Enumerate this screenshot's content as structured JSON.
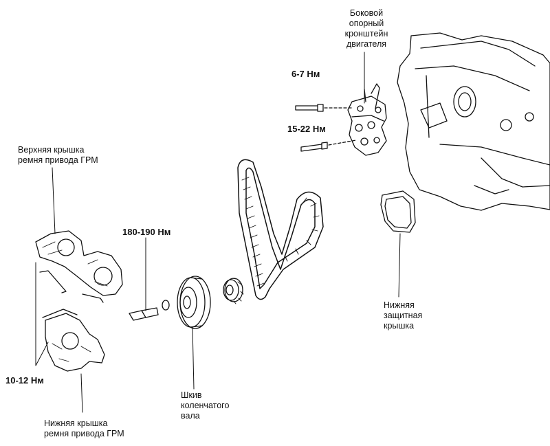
{
  "labels": {
    "side_bracket": [
      "Боковой",
      "опорный",
      "кронштейн",
      "двигателя"
    ],
    "upper_cover": [
      "Верхняя крышка",
      "ремня привода ГРМ"
    ],
    "lower_cover": [
      "Нижняя крышка",
      "ремня привода ГРМ"
    ],
    "bottom_shield": [
      "Нижняя",
      "защитная",
      "крышка"
    ],
    "crank_pulley": [
      "Шкив",
      "коленчатого",
      "вала"
    ]
  },
  "torques": {
    "bracket_upper_bolt": "6-7 Нм",
    "bracket_lower_bolt": "15-22 Нм",
    "crank_bolt": "180-190 Нм",
    "cover_bolts": "10-12 Нм"
  },
  "colors": {
    "line": "#111111",
    "background": "#ffffff"
  }
}
